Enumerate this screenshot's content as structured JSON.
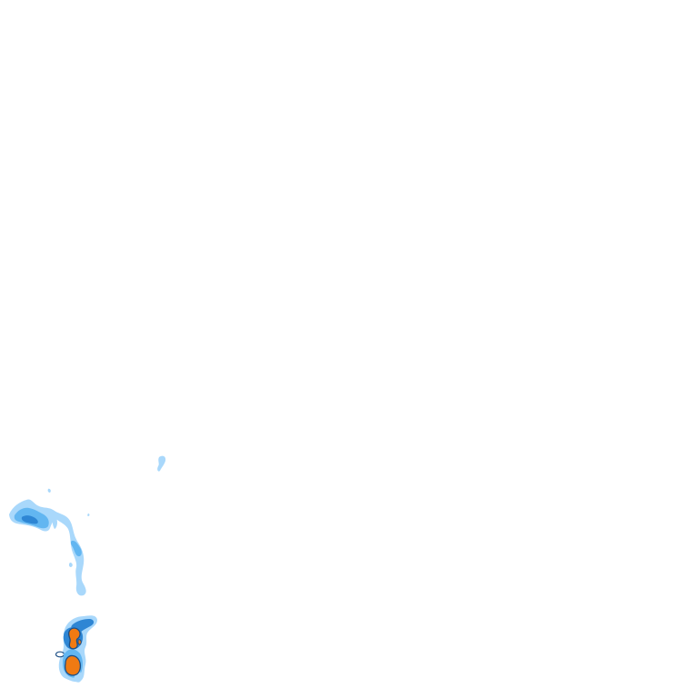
{
  "map": {
    "type": "precipitation-radar-tile",
    "background": "#ffffff",
    "palette": {
      "light": "#a9d8fb",
      "medium": "#62b6f1",
      "heavy": "#2e86d4",
      "intense": "#f07a12",
      "outline": "#1d4f86"
    },
    "features": [
      {
        "name": "light-echo-north",
        "intensity": "light"
      },
      {
        "name": "rain-band-west",
        "intensity": "medium"
      },
      {
        "name": "rain-band-core",
        "intensity": "heavy"
      },
      {
        "name": "trailing-streak",
        "intensity": "light"
      },
      {
        "name": "storm-cell-north",
        "intensity": "intense"
      },
      {
        "name": "storm-cell-south",
        "intensity": "intense"
      }
    ]
  }
}
